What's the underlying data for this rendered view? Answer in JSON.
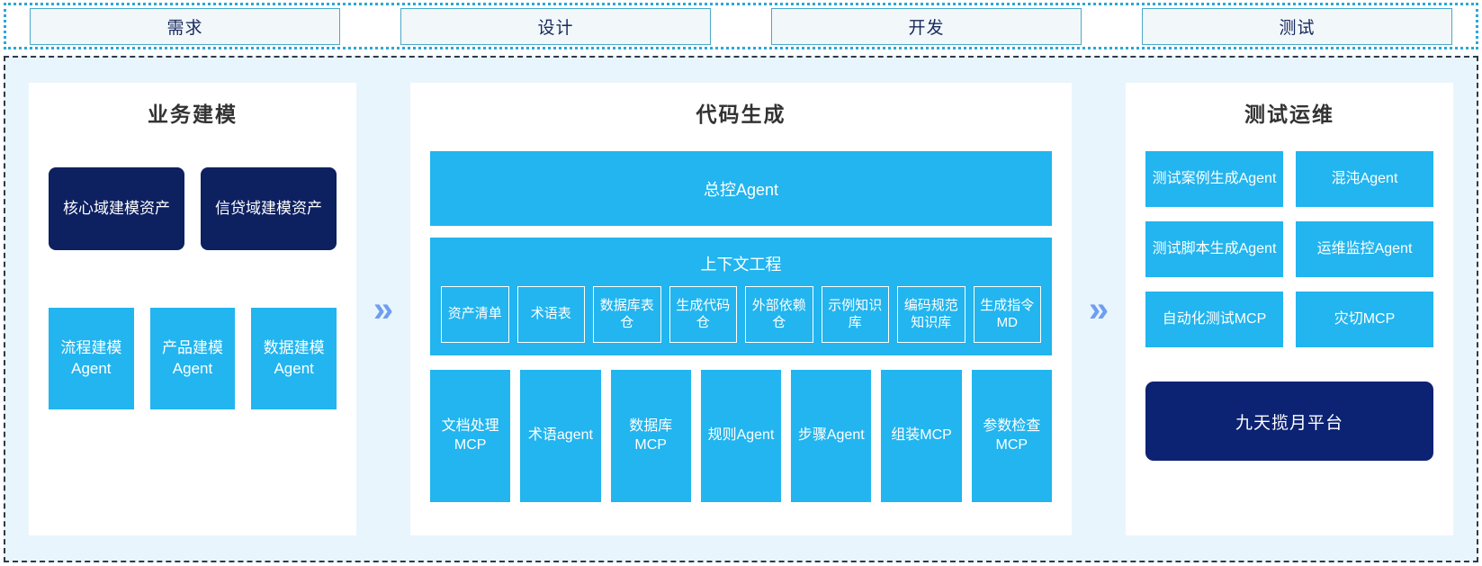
{
  "phases": {
    "items": [
      {
        "label": "需求"
      },
      {
        "label": "设计"
      },
      {
        "label": "开发"
      },
      {
        "label": "测试"
      }
    ]
  },
  "arrows": {
    "glyph": "»"
  },
  "colors": {
    "accent_cyan": "#22b5ef",
    "navy": "#0d2060",
    "platform_navy": "#0c2273",
    "region_background": "#e9f5fd",
    "phase_border": "#4ba8c9",
    "arrow_blue": "#6f9ef0"
  },
  "left_panel": {
    "title": "业务建模",
    "assets": [
      {
        "label": "核心域建模资产"
      },
      {
        "label": "信贷域建模资产"
      }
    ],
    "agents": [
      {
        "label": "流程建模Agent"
      },
      {
        "label": "产品建模Agent"
      },
      {
        "label": "数据建模Agent"
      }
    ]
  },
  "center_panel": {
    "title": "代码生成",
    "master_agent": "总控Agent",
    "context": {
      "title": "上下文工程",
      "items": [
        {
          "label": "资产清单"
        },
        {
          "label": "术语表"
        },
        {
          "label": "数据库表仓"
        },
        {
          "label": "生成代码仓"
        },
        {
          "label": "外部依赖仓"
        },
        {
          "label": "示例知识库"
        },
        {
          "label": "编码规范知识库"
        },
        {
          "label": "生成指令MD"
        }
      ]
    },
    "tools": [
      {
        "label": "文档处理MCP"
      },
      {
        "label": "术语agent"
      },
      {
        "label": "数据库MCP"
      },
      {
        "label": "规则Agent"
      },
      {
        "label": "步骤Agent"
      },
      {
        "label": "组装MCP"
      },
      {
        "label": "参数检查MCP"
      }
    ]
  },
  "right_panel": {
    "title": "测试运维",
    "ops": [
      {
        "label": "测试案例生成Agent"
      },
      {
        "label": "混沌Agent"
      },
      {
        "label": "测试脚本生成Agent"
      },
      {
        "label": "运维监控Agent"
      },
      {
        "label": "自动化测试MCP"
      },
      {
        "label": "灾切MCP"
      }
    ],
    "platform": "九天揽月平台"
  }
}
